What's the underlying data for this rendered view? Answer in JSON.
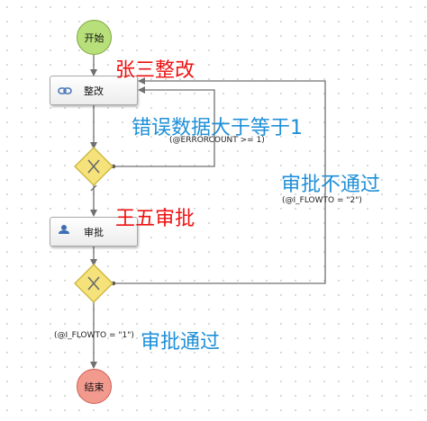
{
  "nodes": {
    "start": {
      "label": "开始",
      "fill": "#b7e07a",
      "border": "#7ea63f"
    },
    "rectify": {
      "label": "整改"
    },
    "approve": {
      "label": "审批"
    },
    "end": {
      "label": "结束",
      "fill": "#f39a8f",
      "border": "#cf5d52"
    }
  },
  "conditions": {
    "error_count": "(@ERRORCOUNT >= 1)",
    "flow_to_2": "(@I_FLOWTO = \"2\")",
    "flow_to_1": "(@I_FLOWTO = \"1\")"
  },
  "annotations": {
    "rectify_person": "张三整改",
    "error_data": "错误数据大于等于1",
    "reject": "审批不通过",
    "approve_person": "王五审批",
    "pass": "审批通过"
  },
  "colors": {
    "edge": "#707070",
    "gateway_fill": "#f6e27a",
    "gateway_border": "#c9b43a",
    "annotation_red": "#ee1111",
    "annotation_blue": "#1e8fd8"
  }
}
